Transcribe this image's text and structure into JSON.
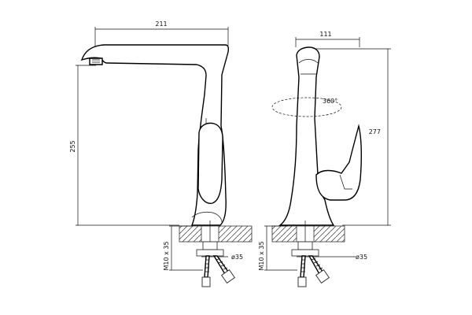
{
  "dimensions": {
    "spout_reach": "211",
    "side_width": "111",
    "front_height": "255",
    "side_height": "277",
    "rotation": "360°",
    "thread_left": "M10 x 35",
    "thread_right": "M10 x 35",
    "hole_left": "ø35",
    "hole_right": "ø35"
  }
}
